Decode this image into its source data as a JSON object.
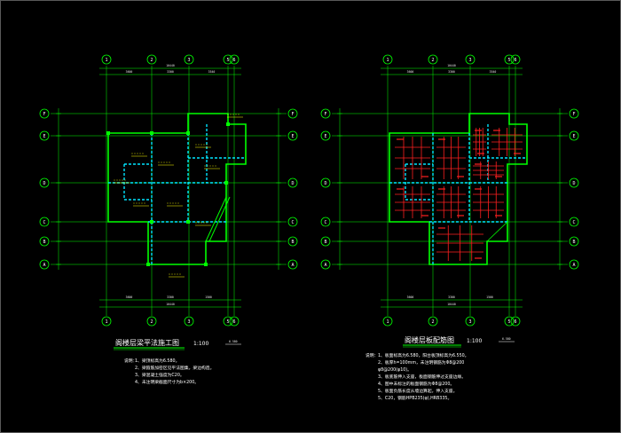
{
  "colors": {
    "background": "#000000",
    "grid_axis": "#00ff00",
    "wall": "#00ff00",
    "beam": "#00e5ff",
    "rebar": "#ff2020",
    "annotation": "#ffff00",
    "text": "#ffffff"
  },
  "left_drawing": {
    "title": "阁楼层梁平法施工图",
    "scale": "1:100",
    "elevation": "6.580",
    "notes_label": "说明：",
    "notes": [
      "1、梁顶标高为6.580。",
      "2、梁箍筋加密区见平法图集，梁边构造。",
      "3、梁混凝土强度为C20。",
      "4、未注明梁截面尺寸为b×200。"
    ]
  },
  "right_drawing": {
    "title": "阁楼层板配筋图",
    "scale": "1:100",
    "elevation": "6.580",
    "notes_label": "说明：",
    "notes": [
      "1、板面标高为6.580，阳台板顶标高为6.550。",
      "2、板厚h=100mm，未注明钢筋为Φ8@200",
      "   φ8@200(φ10)。",
      "3、板底筋伸入支座，板面钢筋伸过支座边缘。",
      "4、图中未标注的板面钢筋为Φ8@200。",
      "5、板面负筋长度从墙边算起，伸入支座。",
      "5、C20，钢筋HPB235(φ),HRB335。"
    ]
  },
  "axes": {
    "top": [
      "1",
      "2",
      "3",
      "5",
      "6"
    ],
    "rows": [
      "F",
      "E",
      "D",
      "C",
      "B",
      "A"
    ],
    "top_overall": "10440",
    "top_segments": [
      "3600",
      "3300",
      "3540"
    ],
    "bottom_overall": "10440",
    "bottom_segments": [
      "3600",
      "3300",
      "1500",
      "2040"
    ]
  }
}
